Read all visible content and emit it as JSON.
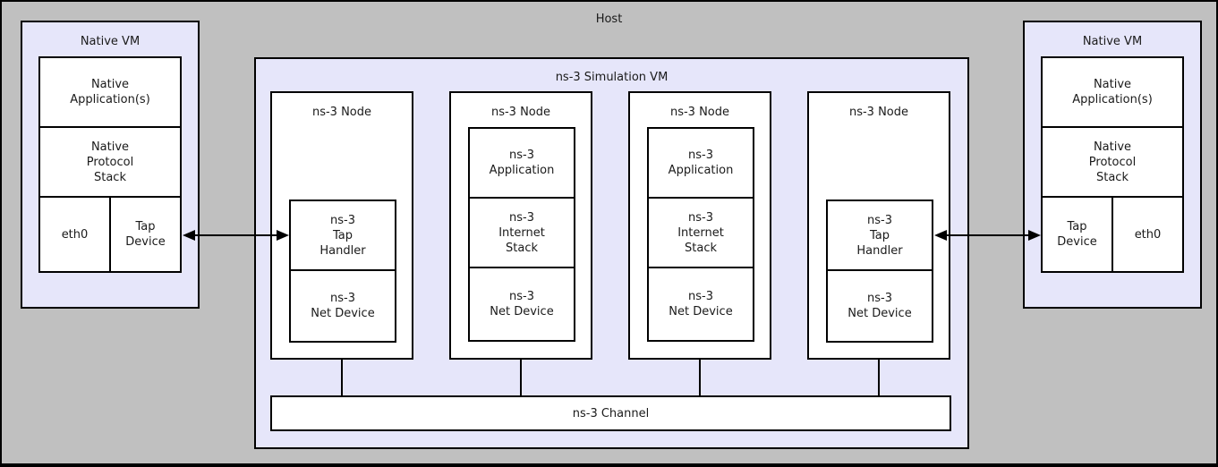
{
  "host_label": "Host",
  "colors": {
    "background": "#c0c0c0",
    "vm_fill": "#e6e6fa",
    "box_fill": "#ffffff",
    "line": "#000000",
    "text": "#1a1a1a"
  },
  "native_vm_left": {
    "title": "Native VM",
    "application": "Native\nApplication(s)",
    "protocol_stack": "Native\nProtocol\nStack",
    "eth0": "eth0",
    "tap_device": "Tap\nDevice"
  },
  "native_vm_right": {
    "title": "Native VM",
    "application": "Native\nApplication(s)",
    "protocol_stack": "Native\nProtocol\nStack",
    "tap_device": "Tap\nDevice",
    "eth0": "eth0"
  },
  "simulation_vm": {
    "title": "ns-3 Simulation VM",
    "channel": "ns-3 Channel",
    "nodes": [
      {
        "title": "ns-3 Node",
        "tap_handler": "ns-3\nTap\nHandler",
        "net_device": "ns-3\nNet Device"
      },
      {
        "title": "ns-3 Node",
        "application": "ns-3\nApplication",
        "internet_stack": "ns-3\nInternet\nStack",
        "net_device": "ns-3\nNet Device"
      },
      {
        "title": "ns-3 Node",
        "application": "ns-3\nApplication",
        "internet_stack": "ns-3\nInternet\nStack",
        "net_device": "ns-3\nNet Device"
      },
      {
        "title": "ns-3 Node",
        "tap_handler": "ns-3\nTap\nHandler",
        "net_device": "ns-3\nNet Device"
      }
    ]
  }
}
